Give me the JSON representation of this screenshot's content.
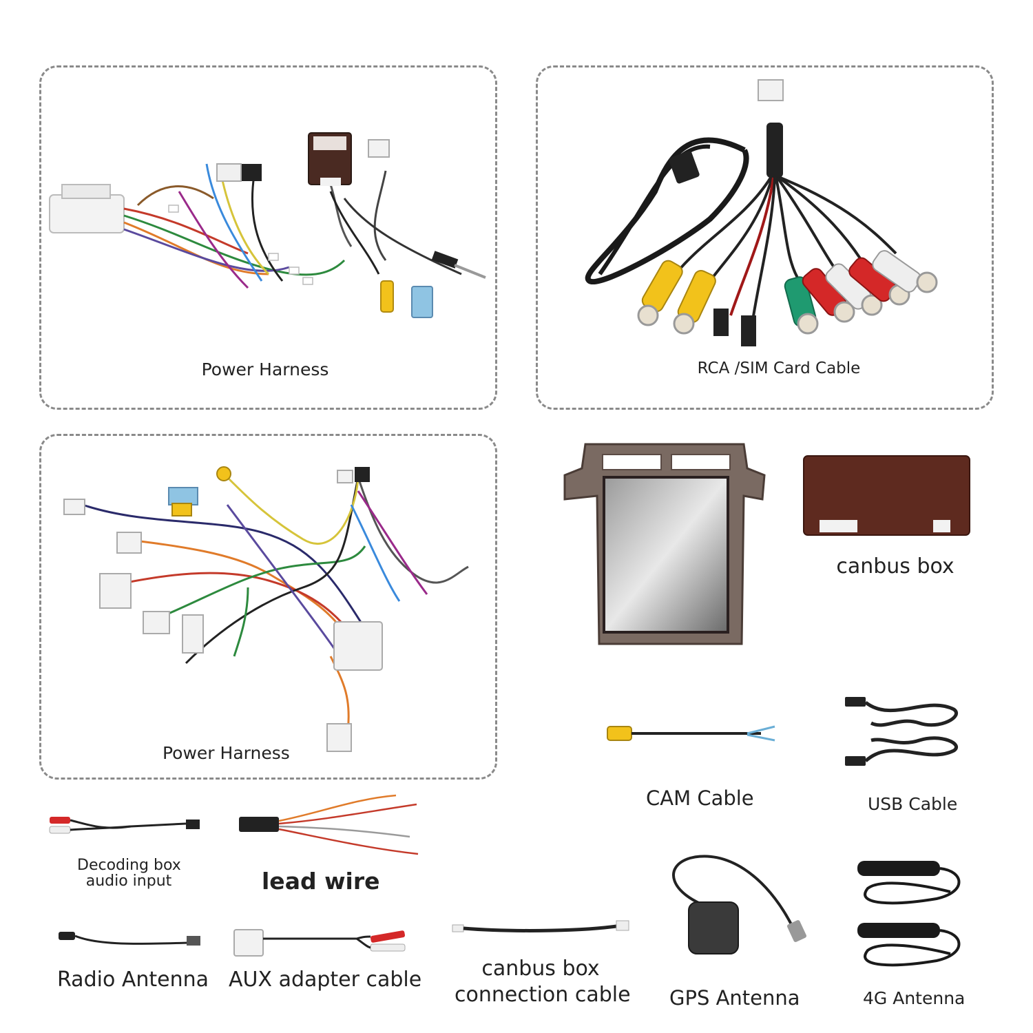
{
  "panels": {
    "power_harness_top": {
      "label": "Power Harness"
    },
    "rca_sim": {
      "label": "RCA /SIM Card Cable"
    },
    "power_harness_bottom": {
      "label": "Power Harness"
    }
  },
  "items": {
    "canbus_box": {
      "label": "canbus box"
    },
    "cam_cable": {
      "label": "CAM Cable"
    },
    "usb_cable": {
      "label": "USB Cable"
    },
    "decoding_box": {
      "label_line1": "Decoding box",
      "label_line2": "audio input"
    },
    "lead_wire": {
      "label": "lead wire"
    },
    "radio_antenna": {
      "label": "Radio Antenna"
    },
    "aux_adapter": {
      "label": "AUX adapter cable"
    },
    "canbus_connection": {
      "label_line1": "canbus box",
      "label_line2": "connection cable"
    },
    "gps_antenna": {
      "label": "GPS Antenna"
    },
    "antenna_4g": {
      "label": "4G Antenna"
    }
  },
  "colors": {
    "panel_border": "#8a8a8a",
    "rca_yellow": "#f2c21b",
    "rca_red": "#d42828",
    "rca_white": "#eeeeee",
    "rca_green": "#1f9a70",
    "connector_blue": "#8fc4e3",
    "box_brown": "#5e2a1f",
    "unit_frame": "#7a6a62"
  }
}
